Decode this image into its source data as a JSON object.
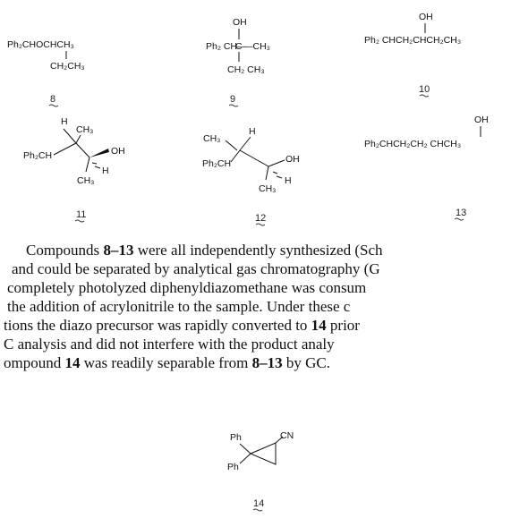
{
  "structures": {
    "s8": {
      "line1": "Ph₂CHOCHCH₃",
      "line2": "CH₂CH₃",
      "label": "8"
    },
    "s9": {
      "oh": "OH",
      "left": "Ph₂ CH—",
      "c": "C",
      "right": "—CH₃",
      "bottom": "CH₂ CH₃",
      "label": "9"
    },
    "s10": {
      "oh": "OH",
      "formula": "Ph₂ CHCH₂CHCH₂CH₃",
      "label": "10"
    },
    "s11": {
      "h": "H",
      "ch3a": "CH₃",
      "ph": "Ph₂CH",
      "oh": "OH",
      "h2": "H",
      "ch3b": "CH₃",
      "label": "11"
    },
    "s12": {
      "ch3a": "CH₃",
      "h": "H",
      "ph": "Ph₂CH",
      "oh": "OH",
      "h2": "H",
      "ch3b": "CH₃",
      "label": "12"
    },
    "s13": {
      "oh": "OH",
      "formula": "Ph₂CHCH₂CH₂ CHCH₃",
      "label": "13"
    },
    "s14": {
      "ph1": "Ph",
      "ph2": "Ph",
      "cn": "CN",
      "label": "14"
    }
  },
  "paragraph": {
    "l1_a": "Compounds ",
    "l1_b": "8–13",
    "l1_c": " were all independently synthesized (Sch",
    "l2": "and could be separated by analytical gas chromatography (G",
    "l3": "completely photolyzed diphenyldiazomethane was consum",
    "l4": "the addition of acrylonitrile to the sample. Under these c",
    "l5_a": "tions the diazo precursor was rapidly converted to ",
    "l5_b": "14",
    "l5_c": " prior",
    "l6": "C analysis and did not interfere with the product analy",
    "l7_a": "ompound ",
    "l7_b": "14",
    "l7_c": " was readily separable from ",
    "l7_d": "8–13",
    "l7_e": " by GC."
  }
}
